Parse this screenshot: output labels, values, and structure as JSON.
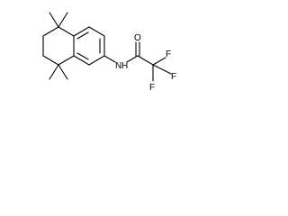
{
  "molecule": {
    "atoms": {
      "oxygen": "O",
      "nitrogen": "N",
      "hydrogen": "H",
      "fluorine_top": "F",
      "fluorine_right": "F",
      "fluorine_bottom": "F"
    },
    "colors": {
      "bond": "#000000",
      "label": "#000000",
      "background": "#ffffff"
    }
  }
}
